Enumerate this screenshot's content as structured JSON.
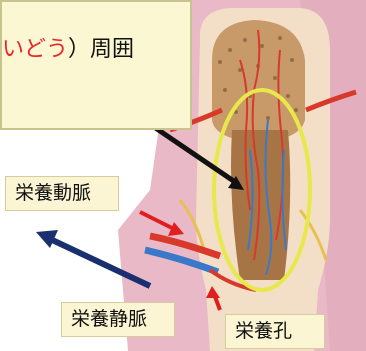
{
  "callout": {
    "text_red": "いどう",
    "text_black": "）周囲"
  },
  "labels": {
    "nutrient_artery": "栄養動脈",
    "nutrient_vein": "栄養静脈",
    "nutrient_foramen": "栄養孔"
  },
  "colors": {
    "artery": "#d8392b",
    "vein": "#3a78c9",
    "highlight_ellipse": "#e8e84a",
    "label_bg": "#fbf5d4",
    "pointer_black": "#111111",
    "pointer_navy": "#1a2f6f",
    "pointer_red": "#e02020"
  }
}
